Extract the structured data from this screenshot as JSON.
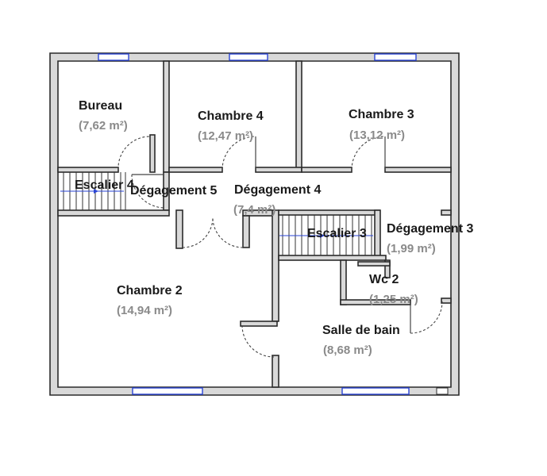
{
  "rooms": [
    {
      "id": "bureau",
      "name": "Bureau",
      "area": "(7,62 m²)"
    },
    {
      "id": "chambre4",
      "name": "Chambre 4",
      "area": "(12,47 m²)"
    },
    {
      "id": "chambre3",
      "name": "Chambre 3",
      "area": "(13,12 m²)"
    },
    {
      "id": "escalier4",
      "name": "Escalier 4",
      "area": ""
    },
    {
      "id": "degagement5",
      "name": "Dégagement 5",
      "area": ""
    },
    {
      "id": "degagement4",
      "name": "Dégagement 4",
      "area": "(7,4 m²)"
    },
    {
      "id": "escalier3",
      "name": "Escalier 3",
      "area": ""
    },
    {
      "id": "degagement3",
      "name": "Dégagement 3",
      "area": "(1,99 m²)"
    },
    {
      "id": "wc2",
      "name": "Wc 2",
      "area": "(1,25 m²)"
    },
    {
      "id": "chambre2",
      "name": "Chambre 2",
      "area": "(14,94 m²)"
    },
    {
      "id": "sallebain",
      "name": "Salle de bain",
      "area": "(8,68 m²)"
    }
  ],
  "colors": {
    "wall_fill": "#d9d9d9",
    "wall_stroke": "#2b2b2b",
    "window": "#2a45d6",
    "area_text": "#8a8a8a"
  }
}
